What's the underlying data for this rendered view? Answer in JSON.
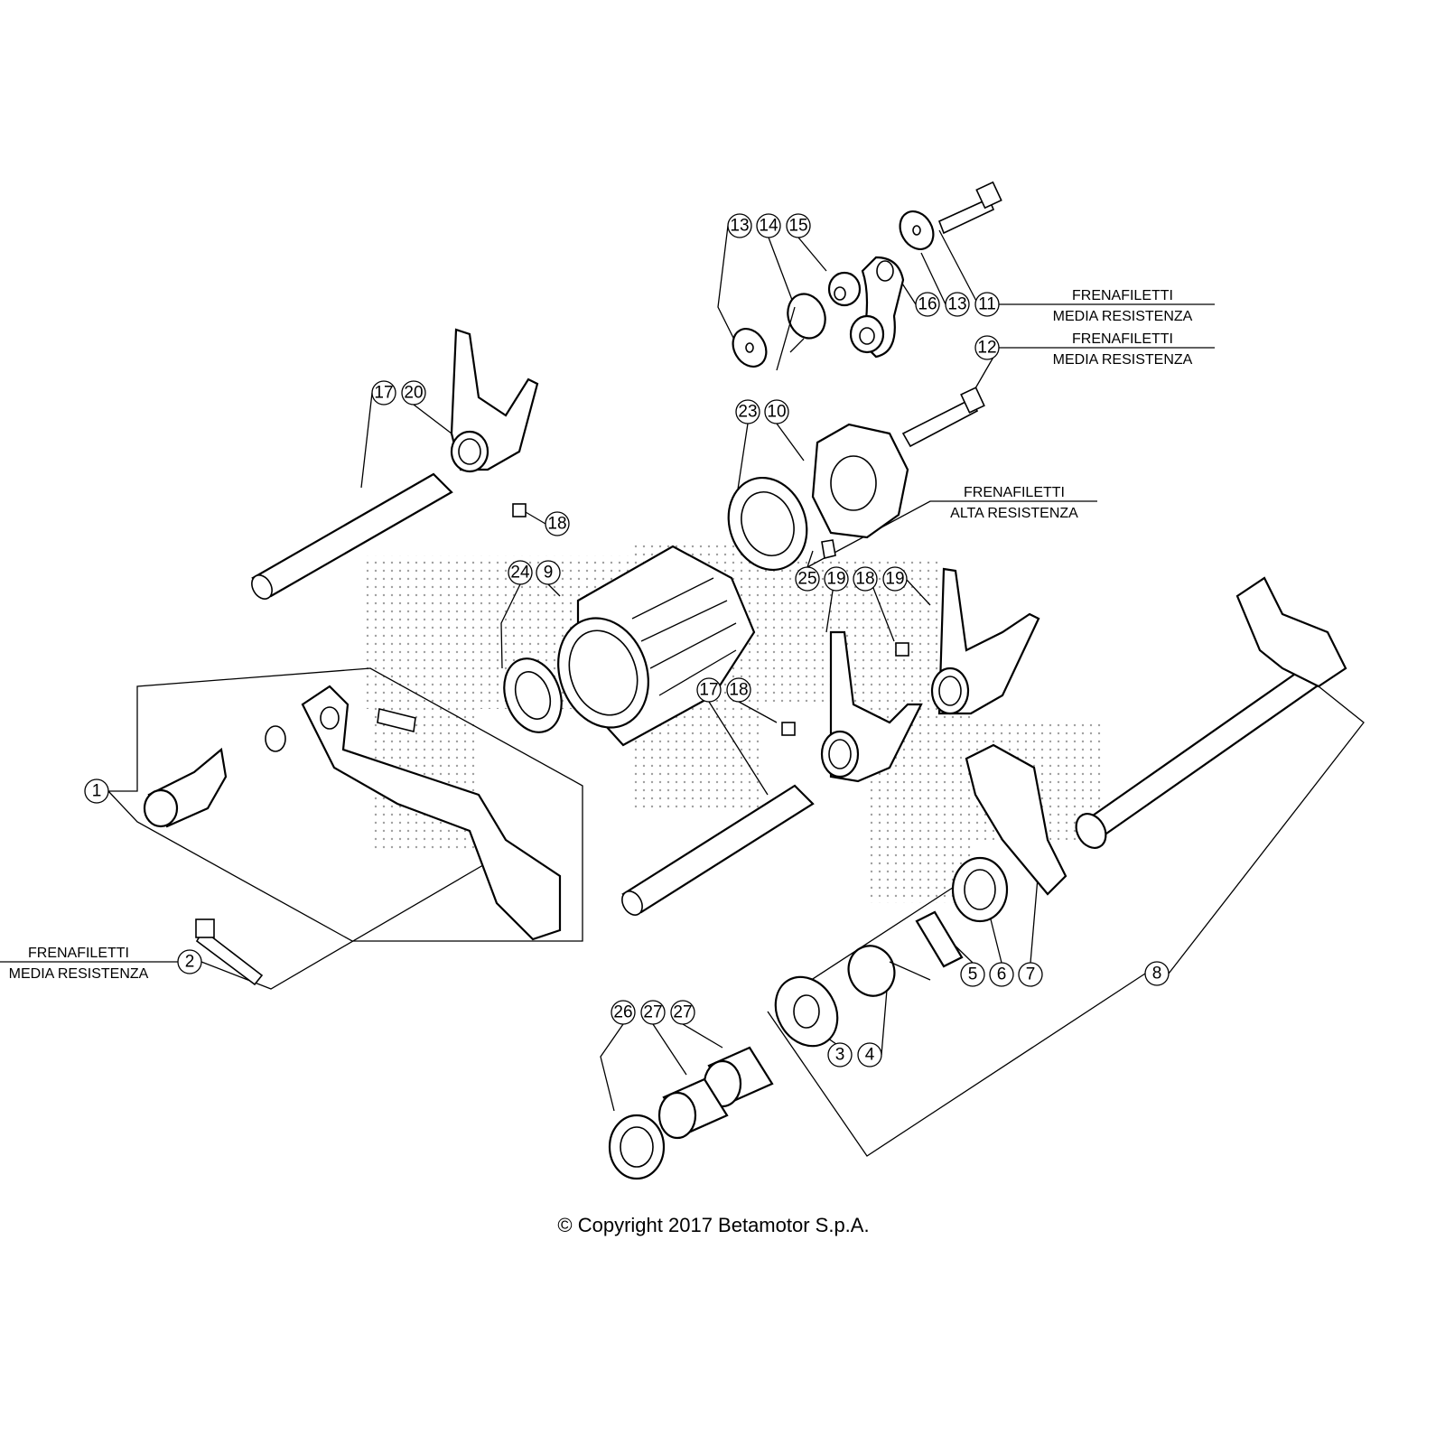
{
  "callouts": {
    "c1": "1",
    "c2": "2",
    "c3": "3",
    "c4": "4",
    "c5": "5",
    "c6": "6",
    "c7": "7",
    "c8": "8",
    "c9": "9",
    "c10": "10",
    "c11": "11",
    "c12": "12",
    "c13a": "13",
    "c13b": "13",
    "c14": "14",
    "c15": "15",
    "c16": "16",
    "c17a": "17",
    "c17b": "17",
    "c18a": "18",
    "c18b": "18",
    "c18c": "18",
    "c19a": "19",
    "c19b": "19",
    "c20": "20",
    "c23": "23",
    "c24": "24",
    "c25": "25",
    "c26": "26",
    "c27a": "27",
    "c27b": "27"
  },
  "notes": {
    "n11": {
      "line1": "FRENAFILETTI",
      "line2": "MEDIA RESISTENZA"
    },
    "n12": {
      "line1": "FRENAFILETTI",
      "line2": "MEDIA RESISTENZA"
    },
    "n25": {
      "line1": "FRENAFILETTI",
      "line2": "ALTA RESISTENZA"
    },
    "n2": {
      "line1": "FRENAFILETTI",
      "line2": "MEDIA RESISTENZA"
    }
  },
  "copyright": "© Copyright 2017 Betamotor S.p.A."
}
